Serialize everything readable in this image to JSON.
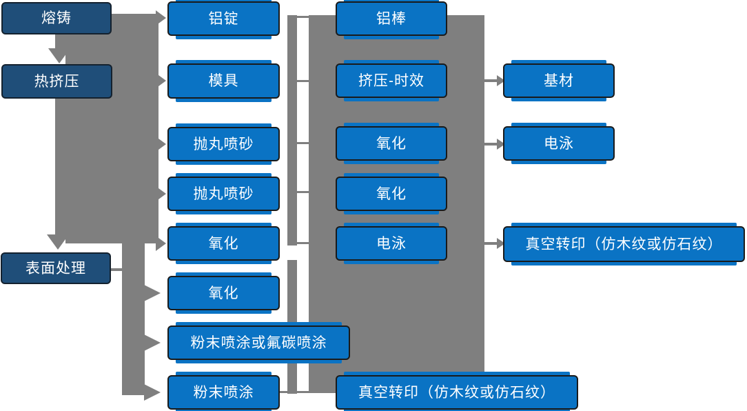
{
  "colors": {
    "process_box_blue": "#0A73C4",
    "stage_box_navy": "#1F4E79",
    "connector_gray": "#7F7F7F",
    "box_border_dark": "#1A1A1A",
    "text": "#FFFFFF",
    "background": "#FFFFFF"
  },
  "nodes": {
    "stages": [
      {
        "label": "熔铸"
      },
      {
        "label": "热挤压"
      },
      {
        "label": "表面处理"
      }
    ],
    "col2": [
      {
        "label": "铝锭"
      },
      {
        "label": "模具"
      },
      {
        "label": "抛丸喷砂"
      },
      {
        "label": "抛丸喷砂"
      },
      {
        "label": "氧化"
      },
      {
        "label": "氧化"
      },
      {
        "label": "粉末喷涂或氟碳喷涂"
      },
      {
        "label": "粉末喷涂"
      }
    ],
    "col3": [
      {
        "label": "铝棒"
      },
      {
        "label": "挤压-时效"
      },
      {
        "label": "氧化"
      },
      {
        "label": "氧化"
      },
      {
        "label": "电泳"
      },
      {
        "label": "真空转印（仿木纹或仿石纹）"
      }
    ],
    "col4": [
      {
        "label": "基材"
      },
      {
        "label": "电泳"
      },
      {
        "label": "真空转印（仿木纹或仿石纹）"
      }
    ]
  },
  "edges": [
    {
      "from": "熔铸",
      "to": "热挤压",
      "style": "arrow-down"
    },
    {
      "from": "熔铸/热挤压 band",
      "to": "铝锭",
      "style": "arrow-right"
    },
    {
      "from": "熔铸/热挤压 band",
      "to": "模具",
      "style": "arrow-right"
    },
    {
      "from": "熔铸/热挤压 band",
      "to": "抛丸喷砂 (1)",
      "style": "arrow-right"
    },
    {
      "from": "熔铸/热挤压 band",
      "to": "抛丸喷砂 (2)",
      "style": "arrow-right"
    },
    {
      "from": "熔铸/热挤压 band",
      "to": "氧化 (row5)",
      "style": "arrow-right"
    },
    {
      "from": "熔铸/热挤压 band",
      "to": "表面处理",
      "style": "arrow-down"
    },
    {
      "from": "表面处理",
      "to": "氧化 (row6)",
      "style": "arrow-right"
    },
    {
      "from": "表面处理",
      "to": "粉末喷涂或氟碳喷涂",
      "style": "arrow-right"
    },
    {
      "from": "表面处理",
      "to": "粉末喷涂",
      "style": "arrow-right"
    },
    {
      "from": "铝锭",
      "to": "铝棒",
      "style": "line"
    },
    {
      "from": "模具",
      "to": "挤压-时效",
      "style": "line"
    },
    {
      "from": "抛丸喷砂 (1)",
      "to": "氧化 (col3)",
      "style": "line"
    },
    {
      "from": "抛丸喷砂 (2)",
      "to": "氧化 (col3 2)",
      "style": "line"
    },
    {
      "from": "氧化 (row5)",
      "to": "电泳 (col3)",
      "style": "line"
    },
    {
      "from": "粉末喷涂",
      "to": "真空转印（仿木纹或仿石纹） (col3)",
      "style": "line"
    },
    {
      "from": "挤压-时效",
      "to": "基材",
      "style": "arrow-right"
    },
    {
      "from": "氧化 (col3)",
      "to": "电泳 (col4)",
      "style": "arrow-right"
    },
    {
      "from": "电泳 (col3)",
      "to": "真空转印（仿木纹或仿石纹） (col4)",
      "style": "arrow-right"
    }
  ]
}
